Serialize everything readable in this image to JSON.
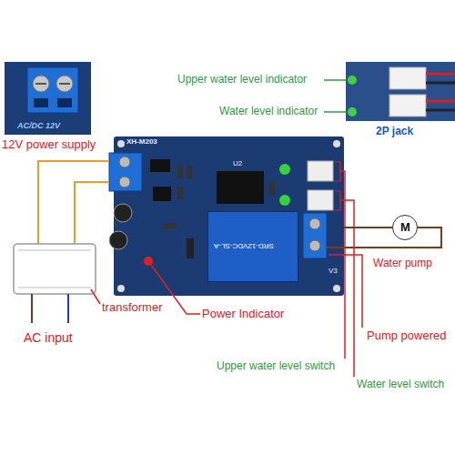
{
  "diagram": {
    "nodes": [
      {
        "text": [
          "AC/DC 12V"
        ]
      },
      {
        "text": [
          "2P jack"
        ]
      },
      {
        "text": [
          "XH-M203",
          "V3"
        ]
      },
      {
        "text": [
          "SRD-12VDC-SL-A"
        ],
        "in": 2
      },
      {
        "text": [
          "M"
        ]
      }
    ],
    "edges": [
      {
        "from": 2,
        "to": 4,
        "arrow": "none"
      }
    ],
    "labels": [
      "Upper water level indicator",
      "Water level indicator",
      "12V power supply",
      "transformer",
      "AC input",
      "Power Indicator",
      "Water pump",
      "Pump powered",
      "Upper water level switch",
      "Water level switch",
      "U2"
    ]
  }
}
